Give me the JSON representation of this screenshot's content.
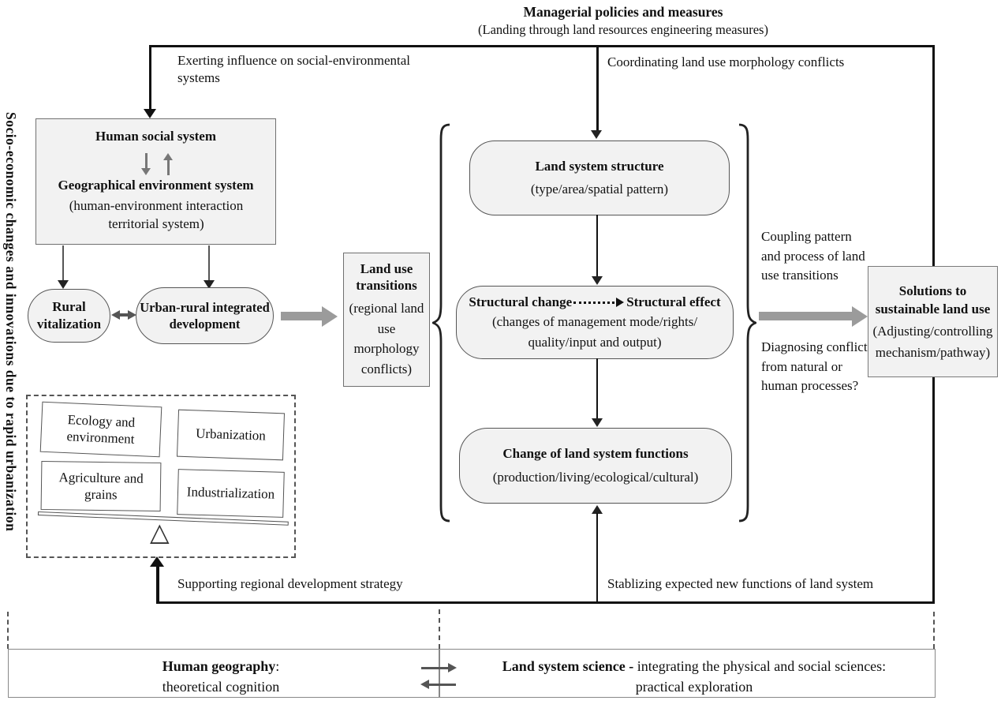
{
  "header": {
    "title": "Managerial policies and measures",
    "subtitle": "(Landing through land resources engineering measures)",
    "left_note": "Exerting influence on social-environmental systems",
    "right_note": "Coordinating land use morphology conflicts"
  },
  "side_label": "Socio-economic changes and innovations due to rapid urbanization",
  "social_box": {
    "title1": "Human social system",
    "title2": "Geographical environment system",
    "subtitle": "(human-environment interaction territorial system)"
  },
  "rural_box": "Rural vitalization",
  "urban_box": "Urban-rural integrated development",
  "drivers": {
    "ecology": "Ecology and environment",
    "urbanization": "Urbanization",
    "agriculture": "Agriculture and grains",
    "industrialization": "Industrialization"
  },
  "transitions_box": {
    "title": "Land use transitions",
    "subtitle": "(regional land use morphology conflicts)"
  },
  "structure_box": {
    "title": "Land system structure",
    "subtitle": "(type/area/spatial pattern)"
  },
  "structural_box": {
    "left": "Structural change",
    "right": "Structural effect",
    "subtitle1": "(changes of management mode/rights/",
    "subtitle2": "quality/input and output)"
  },
  "functions_box": {
    "title": "Change of land system functions",
    "subtitle": "(production/living/ecological/cultural)"
  },
  "right_notes": {
    "coupling": "Coupling pattern and process of land use transitions",
    "diagnosing": "Diagnosing conflicts: from natural or human processes?"
  },
  "solutions_box": {
    "title": "Solutions to sustainable land use",
    "subtitle1": "(Adjusting/controlling",
    "subtitle2": "mechanism/pathway)"
  },
  "bottom_notes": {
    "left": "Supporting regional development strategy",
    "right": "Stablizing expected new functions of land system"
  },
  "bottom_bar": {
    "left_title": "Human geography",
    "left_sep": ":",
    "left_line2": "theoretical cognition",
    "right_title": "Land system science -",
    "right_rest": " integrating the physical and social sciences:",
    "right_line2": "practical exploration"
  },
  "icons": {
    "fulcrum": "△"
  },
  "colors": {
    "box_fill": "#f2f2f2",
    "line": "#1a1a1a",
    "gray_arrow": "#9b9b9b"
  }
}
